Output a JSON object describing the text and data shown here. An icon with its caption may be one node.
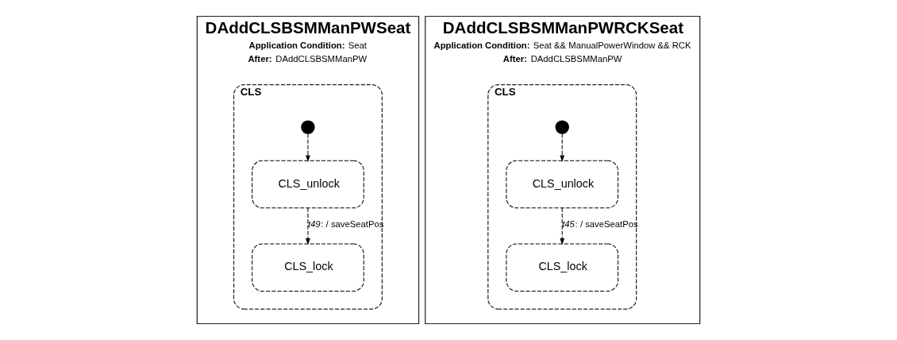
{
  "diagram": {
    "nodes": [
      {
        "text": [
          "DAddCLSBSMManPWSeat",
          "**Application Condition:** Seat",
          "**After:** DAddCLSBSMManPW"
        ]
      },
      {
        "text": [
          "CLS"
        ],
        "in": 0
      },
      {
        "text": [],
        "shape": "circle",
        "in": 1
      },
      {
        "text": [
          "CLS_unlock"
        ],
        "in": 1
      },
      {
        "text": [
          "CLS_lock"
        ],
        "in": 1
      },
      {
        "text": [
          "DAddCLSBSMManPWRCKSeat",
          "**Application Condition:** Seat && ManualPowerWindow && RCK",
          "**After:** DAddCLSBSMManPW"
        ]
      },
      {
        "text": [
          "CLS"
        ],
        "in": 5
      },
      {
        "text": [],
        "shape": "circle",
        "in": 6
      },
      {
        "text": [
          "CLS_unlock"
        ],
        "in": 6
      },
      {
        "text": [
          "CLS_lock"
        ],
        "in": 6
      }
    ],
    "edges": [
      {
        "from": 2,
        "to": 3,
        "arrow": "to",
        "style": "dashed"
      },
      {
        "from": 3,
        "to": 4,
        "arrow": "to",
        "style": "dashed",
        "label": "*t49*: / saveSeatPos"
      },
      {
        "from": 7,
        "to": 8,
        "arrow": "to",
        "style": "dashed"
      },
      {
        "from": 8,
        "to": 9,
        "arrow": "to",
        "style": "dashed",
        "label": "*t45*: / saveSeatPos"
      }
    ]
  }
}
